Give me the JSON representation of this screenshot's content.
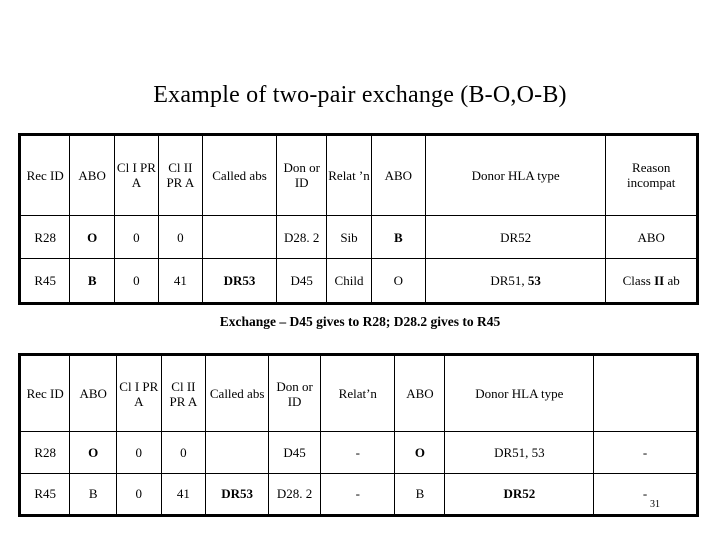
{
  "slide": {
    "title": "Example of two-pair exchange (B-O,O-B)",
    "exchange_note": "Exchange – D45 gives to R28; D28.2 gives to R45",
    "page_number": "31"
  },
  "table_one": {
    "headers": [
      "Rec ID",
      "ABO",
      "Cl I PR A",
      "Cl II PR A",
      "Called abs",
      "Don or ID",
      "Relat ’n",
      "ABO",
      "Donor HLA type",
      "Reason incompat"
    ],
    "rows": [
      {
        "rec_id": "R28",
        "abo_rec": "O",
        "cl1_pra": "0",
        "cl2_pra": "0",
        "called_abs": "",
        "donor_id": "D28. 2",
        "relation": "Sib",
        "abo_don": "B",
        "donor_hla": "DR52",
        "reason": "ABO"
      },
      {
        "rec_id": "R45",
        "abo_rec": "B",
        "cl1_pra": "0",
        "cl2_pra": "41",
        "called_abs": "DR53",
        "donor_id": "D45",
        "relation": "Child",
        "abo_don": "O",
        "donor_hla": "DR51, 53",
        "reason": "Class II ab"
      }
    ]
  },
  "table_two": {
    "headers": [
      "Rec ID",
      "ABO",
      "Cl I PR A",
      "Cl II PR A",
      "Called abs",
      "Don or ID",
      "Relat’n",
      "ABO",
      "Donor HLA type",
      ""
    ],
    "rows": [
      {
        "rec_id": "R28",
        "abo_rec": "O",
        "cl1_pra": "0",
        "cl2_pra": "0",
        "called_abs": "",
        "donor_id": "D45",
        "relation": "-",
        "abo_don": "O",
        "donor_hla": "DR51, 53",
        "reason": "-"
      },
      {
        "rec_id": "R45",
        "abo_rec": "B",
        "cl1_pra": "0",
        "cl2_pra": "41",
        "called_abs": "DR53",
        "donor_id": "D28. 2",
        "relation": "-",
        "abo_don": "B",
        "donor_hla": "DR52",
        "reason": "-"
      }
    ]
  }
}
